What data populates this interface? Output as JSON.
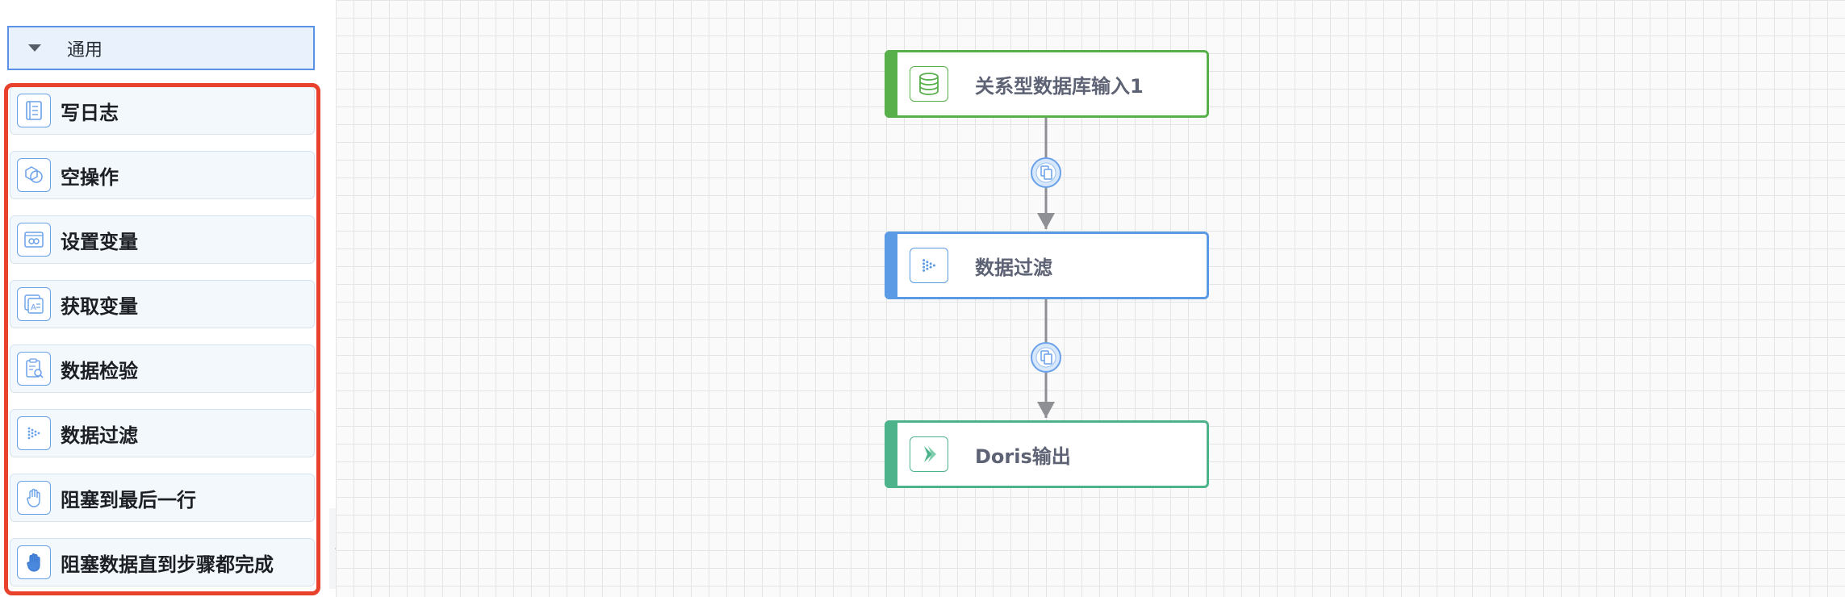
{
  "sidebar": {
    "group_label": "通用",
    "items": [
      {
        "label": "写日志",
        "icon": "log-icon"
      },
      {
        "label": "空操作",
        "icon": "dummy-icon"
      },
      {
        "label": "设置变量",
        "icon": "set-variable-icon"
      },
      {
        "label": "获取变量",
        "icon": "get-variable-icon"
      },
      {
        "label": "数据检验",
        "icon": "data-validation-icon"
      },
      {
        "label": "数据过滤",
        "icon": "data-filter-icon"
      },
      {
        "label": "阻塞到最后一行",
        "icon": "hand-outline-icon"
      },
      {
        "label": "阻塞数据直到步骤都完成",
        "icon": "hand-filled-icon"
      }
    ]
  },
  "canvas": {
    "nodes": [
      {
        "label": "关系型数据库输入1",
        "icon": "database-icon",
        "color": "#57b04a"
      },
      {
        "label": "数据过滤",
        "icon": "data-filter-icon",
        "color": "#5b9be6"
      },
      {
        "label": "Doris输出",
        "icon": "doris-icon",
        "color": "#4db38a"
      }
    ],
    "edges": [
      {
        "from": "关系型数据库输入1",
        "to": "数据过滤",
        "badge_icon": "copy-icon"
      },
      {
        "from": "数据过滤",
        "to": "Doris输出",
        "badge_icon": "copy-icon"
      }
    ]
  },
  "colors": {
    "selection_border": "#e8412c",
    "group_header_border": "#5b92e5",
    "icon_blue": "#6aa1ea"
  }
}
